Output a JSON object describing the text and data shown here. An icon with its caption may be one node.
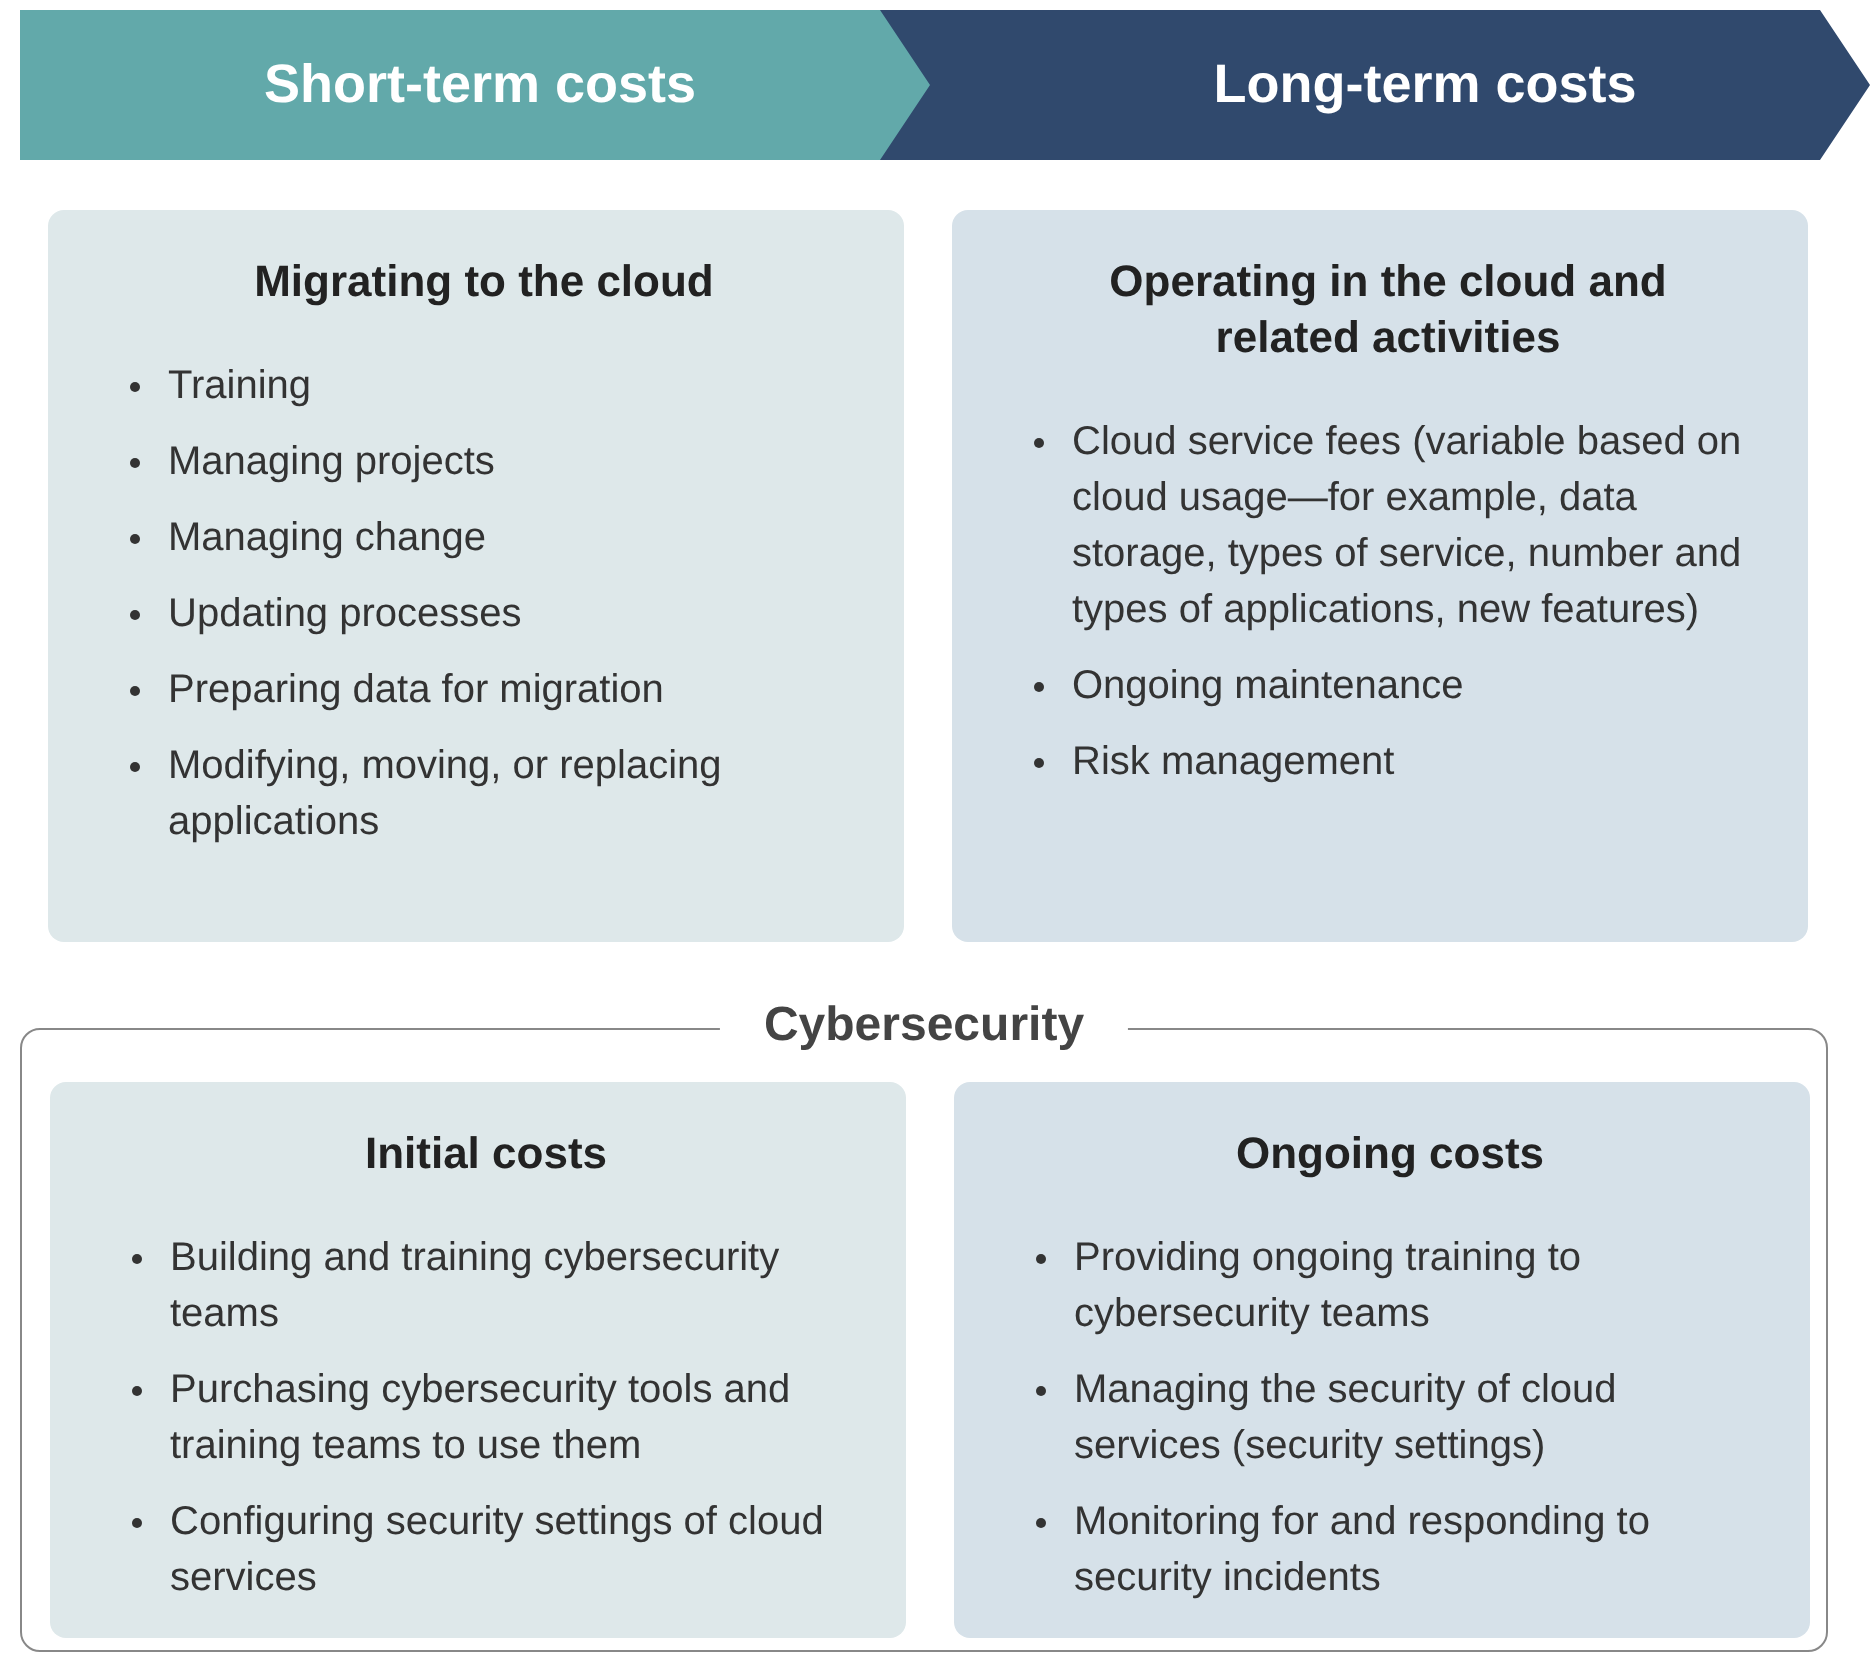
{
  "diagram": {
    "nodes": [
      {
        "text": [
          "Short-term costs"
        ]
      },
      {
        "text": [
          "Long-term costs"
        ]
      },
      {
        "text": [
          "Migrating to the cloud",
          "Training",
          "Managing projects",
          "Managing change",
          "Updating processes",
          "Preparing data for migration",
          "Modifying, moving, or replacing applications"
        ]
      },
      {
        "text": [
          "Operating in the cloud and related activities",
          "Cloud service fees (variable based on cloud usage—for example, data storage, types of service, number and types of applications, new features)",
          "Ongoing maintenance",
          "Risk management"
        ]
      },
      {
        "text": [
          "Cybersecurity"
        ]
      },
      {
        "text": [
          "Initial costs",
          "Building and training cybersecurity teams",
          "Purchasing cybersecurity tools and training teams to use them",
          "Configuring security settings of cloud services"
        ],
        "in": 4
      },
      {
        "text": [
          "Ongoing costs",
          "Providing ongoing training to cybersecurity teams",
          "Managing the security of cloud services (security settings)",
          "Monitoring for and responding to security incidents"
        ],
        "in": 4
      }
    ],
    "edges": []
  }
}
